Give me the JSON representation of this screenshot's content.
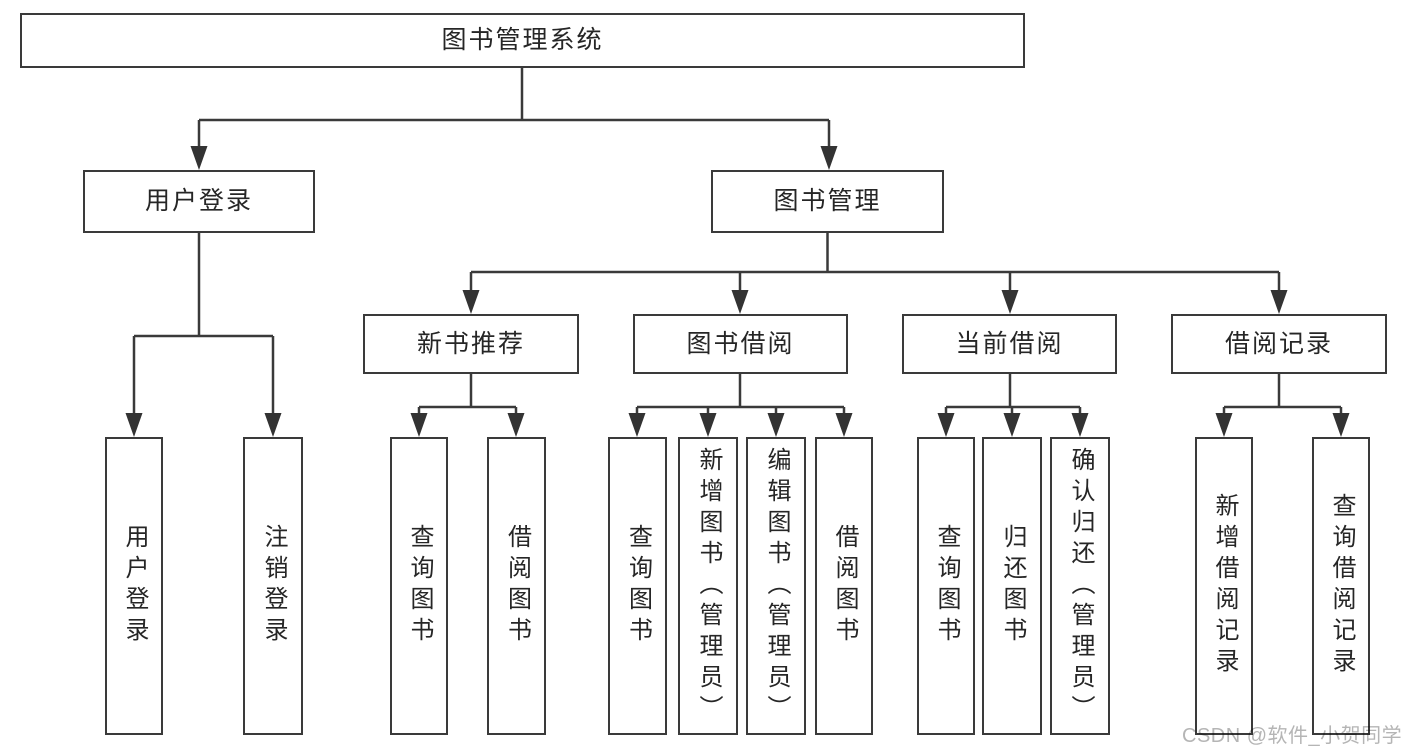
{
  "nodes": {
    "root": "图书管理系统",
    "user_login": "用户登录",
    "book_mgmt": "图书管理",
    "new_book_rec": "新书推荐",
    "book_borrow": "图书借阅",
    "current_borrow": "当前借阅",
    "borrow_record": "借阅记录",
    "leaf_user_login": "用户登录",
    "leaf_logout": "注销登录",
    "leaf_nb_query": "查询图书",
    "leaf_nb_borrow": "借阅图书",
    "leaf_bb_query": "查询图书",
    "leaf_bb_add": "新增图书（管理员）",
    "leaf_bb_edit": "编辑图书（管理员）",
    "leaf_bb_borrow": "借阅图书",
    "leaf_cb_query": "查询图书",
    "leaf_cb_return": "归还图书",
    "leaf_cb_confirm": "确认归还（管理员）",
    "leaf_br_add": "新增借阅记录",
    "leaf_br_query": "查询借阅记录"
  },
  "watermark": "CSDN @软件_小贺同学",
  "colors": {
    "line": "#3a3a3a",
    "text": "#262626",
    "watermark": "#b5b5b5",
    "background": "#ffffff"
  }
}
